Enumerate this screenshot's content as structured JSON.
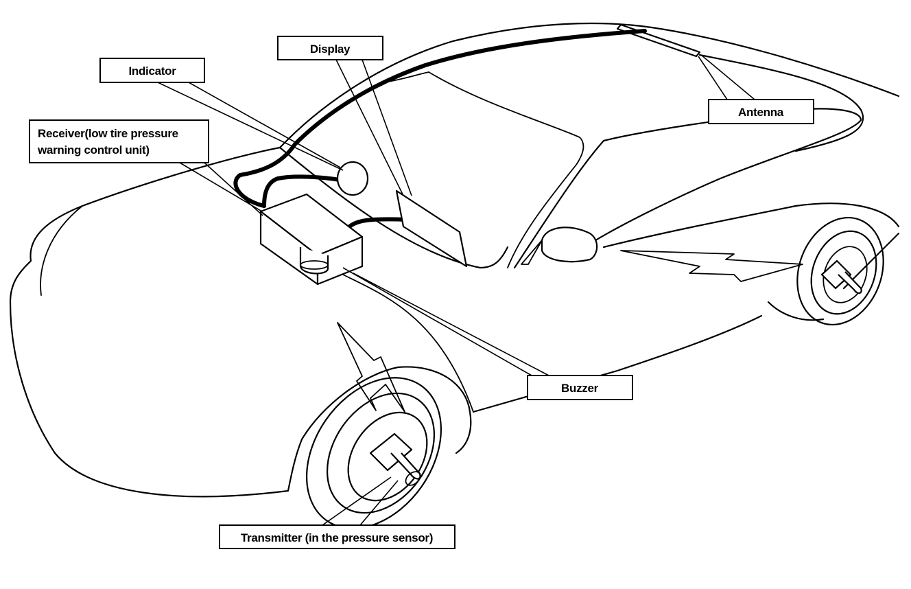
{
  "labels": {
    "indicator": "Indicator",
    "display": "Display",
    "receiver_line1": "Receiver(low tire pressure",
    "receiver_line2": "warning control unit)",
    "antenna": "Antenna",
    "buzzer": "Buzzer",
    "transmitter": "Transmitter (in the pressure sensor)"
  },
  "colors": {
    "line": "#000000",
    "background": "#ffffff"
  }
}
